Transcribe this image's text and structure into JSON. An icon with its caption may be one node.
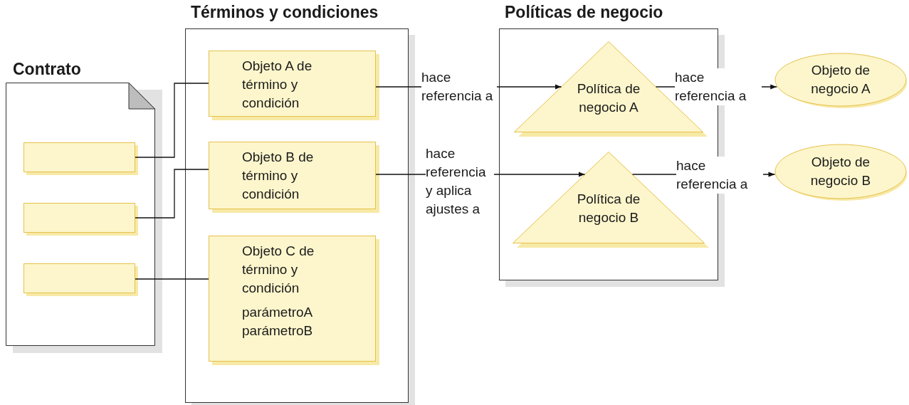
{
  "diagram": {
    "nodes": [
      {
        "text": [
          "Contrato"
        ]
      },
      {
        "text": [],
        "shape": "box",
        "in": 0
      },
      {
        "text": [],
        "shape": "box",
        "in": 0
      },
      {
        "text": [],
        "shape": "box",
        "in": 0
      },
      {
        "text": [
          "Términos y condiciones"
        ]
      },
      {
        "text": [
          "Objeto A de término y condición"
        ],
        "in": 4
      },
      {
        "text": [
          "Objeto B de término y condición"
        ],
        "in": 4
      },
      {
        "text": [
          "Objeto C de término y condición",
          "parámetroA parámetroB"
        ],
        "in": 4
      },
      {
        "text": [
          "Políticas de negocio"
        ]
      },
      {
        "text": [
          "Política de negocio A"
        ],
        "in": 8
      },
      {
        "text": [
          "Política de negocio B"
        ],
        "in": 8
      },
      {
        "text": [
          "Objeto de negocio A"
        ]
      },
      {
        "text": [
          "Objeto de negocio B"
        ]
      }
    ],
    "edges": [
      {
        "from": 1,
        "to": 5,
        "arrow": "none"
      },
      {
        "from": 2,
        "to": 6,
        "arrow": "none"
      },
      {
        "from": 3,
        "to": 7,
        "arrow": "none"
      },
      {
        "from": 5,
        "to": 9,
        "arrow": "to",
        "label": "hace referencia a"
      },
      {
        "from": 6,
        "to": 10,
        "arrow": "to",
        "label": "hace referencia y aplica ajustes a"
      },
      {
        "from": 9,
        "to": 11,
        "arrow": "to",
        "label": "hace referencia a"
      },
      {
        "from": 10,
        "to": 12,
        "arrow": "to",
        "label": "hace referencia a"
      }
    ]
  }
}
